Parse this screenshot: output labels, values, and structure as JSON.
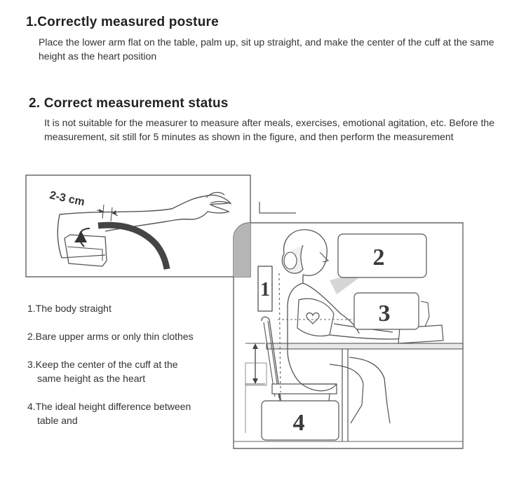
{
  "section1": {
    "title": "1.Correctly measured posture",
    "text": "Place the lower arm flat on the table, palm up, sit up straight, and make the center of the cuff at the same height as the heart position"
  },
  "section2": {
    "title": "2. Correct measurement status",
    "text": "It is not suitable for the measurer to measure after meals, exercises, emotional agitation, etc. Before the measurement, sit still for 5 minutes as shown in the figure, and then perform the measurement"
  },
  "list": [
    {
      "line1": "1.The body straight",
      "line2": ""
    },
    {
      "line1": "2.Bare upper arms or only thin clothes",
      "line2": ""
    },
    {
      "line1": "3.Keep the center of the cuff at the",
      "line2": "same height as the heart"
    },
    {
      "line1": "4.The ideal height difference between",
      "line2": "table and"
    }
  ],
  "inset": {
    "distance_label": "2-3 cm"
  },
  "figure": {
    "label_1": "1",
    "label_2": "2",
    "label_3": "3",
    "label_4": "4"
  }
}
